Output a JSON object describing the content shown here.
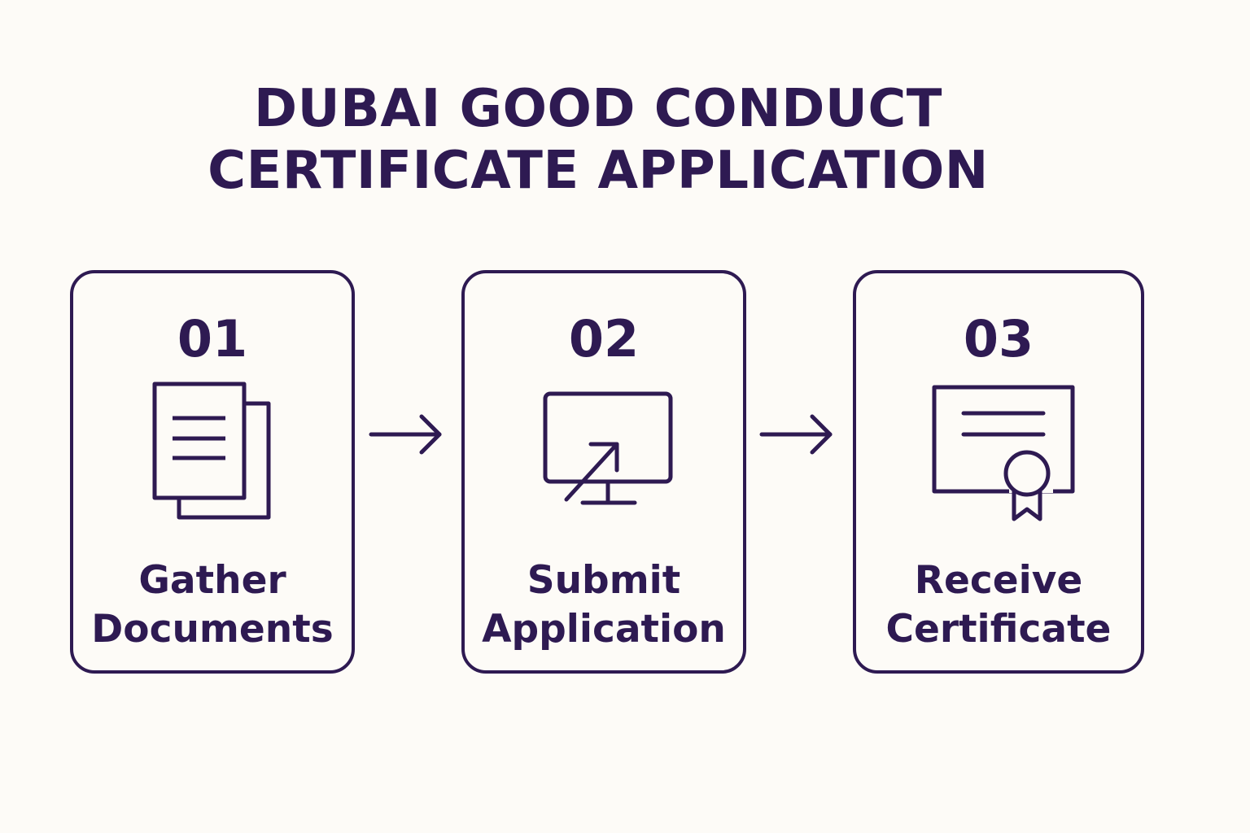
{
  "title": {
    "line1": "DUBAI GOOD CONDUCT",
    "line2": "CERTIFICATE APPLICATION"
  },
  "steps": [
    {
      "number": "01",
      "label_line1": "Gather",
      "label_line2": "Documents",
      "icon": "documents-icon"
    },
    {
      "number": "02",
      "label_line1": "Submit",
      "label_line2": "Application",
      "icon": "monitor-upload-icon"
    },
    {
      "number": "03",
      "label_line1": "Receive",
      "label_line2": "Certificate",
      "icon": "certificate-icon"
    }
  ],
  "colors": {
    "ink": "#2e1a52",
    "background": "#fdfbf7"
  }
}
